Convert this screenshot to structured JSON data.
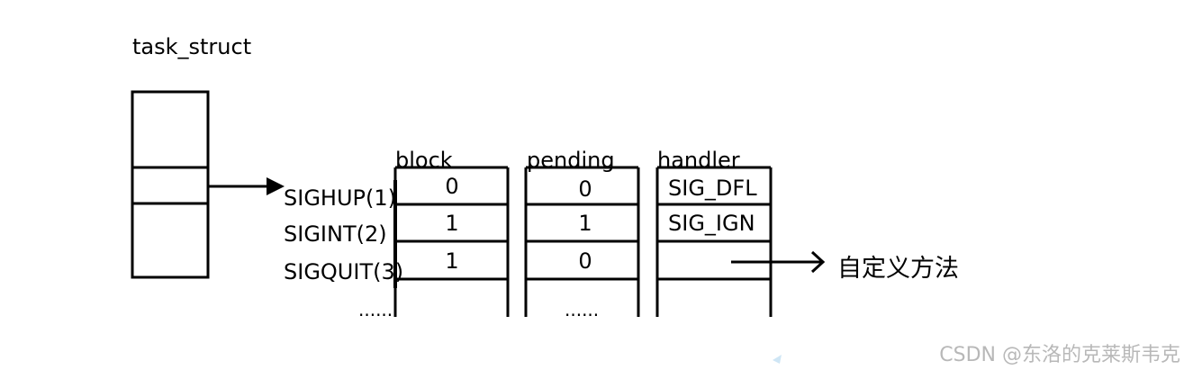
{
  "task_struct_label": "task_struct",
  "columns": {
    "block": "block",
    "pending": "pending",
    "handler": "handler"
  },
  "signals": [
    "SIGHUP(1)",
    "SIGINT(2)",
    "SIGQUIT(3)"
  ],
  "block_values": [
    "0",
    "1",
    "1"
  ],
  "pending_values": [
    "0",
    "1",
    "0"
  ],
  "handler_values": [
    "SIG_DFL",
    "SIG_IGN",
    ""
  ],
  "ellipsis_left": "......",
  "ellipsis_pending": "......",
  "custom_method_label": "自定义方法",
  "watermark": "CSDN @东洛的克莱斯韦克"
}
